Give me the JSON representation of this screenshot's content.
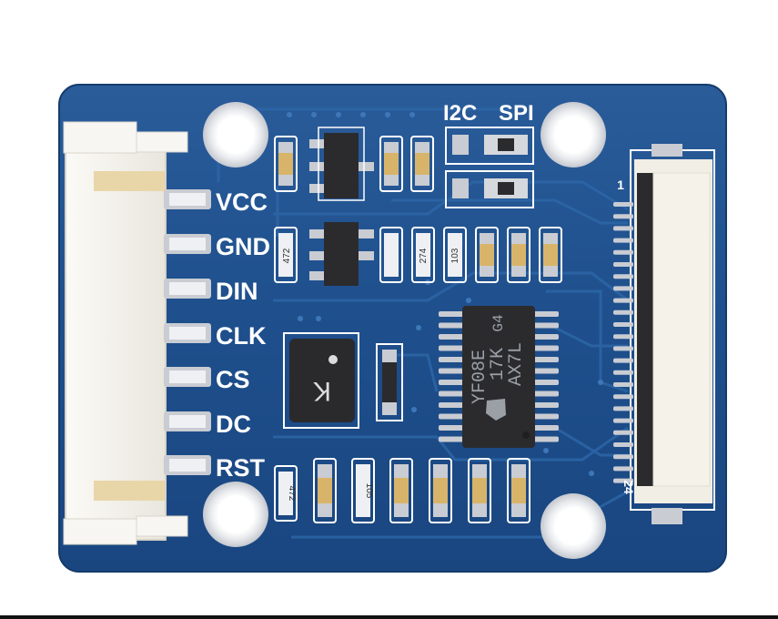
{
  "board": {
    "pin_labels": [
      "VCC",
      "GND",
      "DIN",
      "CLK",
      "CS",
      "DC",
      "RST"
    ],
    "mode_labels": [
      "I2C",
      "SPI"
    ],
    "fpc_pin_first": "1",
    "fpc_pin_last": "24",
    "ic_marking": [
      "YF08E",
      "17K",
      "G4",
      "AX7L"
    ],
    "inductor_marking": "K",
    "resistor_codes": [
      "472",
      "274",
      "103",
      "472",
      "105"
    ],
    "colors": {
      "pcb": "#1e4f8c",
      "pcb_dark": "#163f72",
      "silkscreen": "#ffffff",
      "gold": "#d8b46a",
      "solder": "#c9ccd2",
      "chip": "#2b2b2e",
      "connector": "#f3f1ec"
    }
  }
}
